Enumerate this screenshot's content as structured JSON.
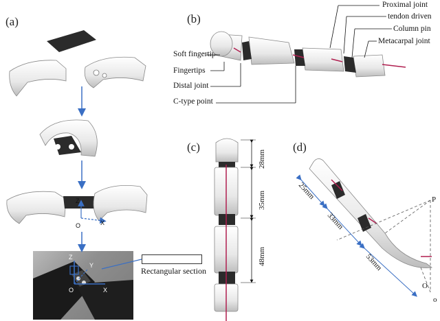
{
  "panels": {
    "a": "(a)",
    "b": "(b)",
    "c": "(c)",
    "d": "(d)"
  },
  "callouts_left": [
    "Soft fingertip",
    "Fingertips",
    "Distal joint",
    "C-type point"
  ],
  "callouts_right": [
    "Proximal joint",
    "tendon driven",
    "Column pin",
    "Metacarpal joint"
  ],
  "panel_a": {
    "section_label": "Rectangular section",
    "axes": [
      "Z",
      "X",
      "O"
    ],
    "photo_axes": [
      "Z",
      "Y",
      "O",
      "X"
    ]
  },
  "panel_c": {
    "dims": [
      "28mm",
      "35mm",
      "48mm"
    ]
  },
  "panel_d": {
    "dims": [
      "25mm",
      "33mm",
      "53mm"
    ],
    "points": [
      "P",
      "O",
      "o"
    ]
  },
  "colors": {
    "line_accent": "#3a6fc4",
    "tendon": "#b01e4f",
    "dark_block": "#2b2b2b"
  }
}
